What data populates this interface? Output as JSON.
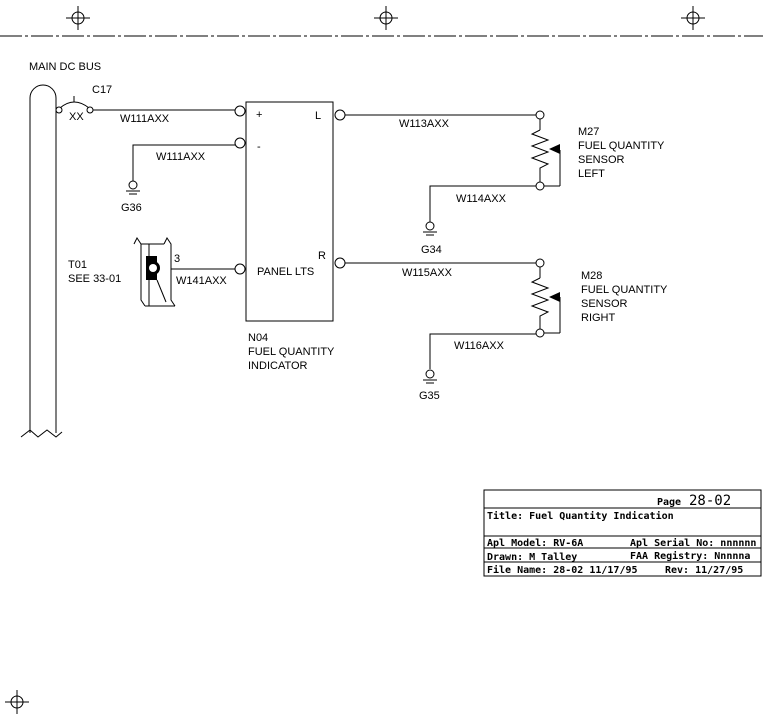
{
  "bus": {
    "label": "MAIN DC BUS"
  },
  "breaker": {
    "ref": "C17",
    "rating": "XX"
  },
  "wires": {
    "bus_to_plus": "W111AXX",
    "minus_to_ground": "W111AXX",
    "l_to_m27": "W113AXX",
    "m27_to_ground": "W114AXX",
    "r_to_m28": "W115AXX",
    "m28_to_ground": "W116AXX",
    "t01_to_panel": "W141AXX"
  },
  "grounds": {
    "g36": "G36",
    "g34": "G34",
    "g35": "G35"
  },
  "indicator": {
    "plus": "+",
    "minus": "-",
    "left": "L",
    "right": "R",
    "panel_lts": "PANEL LTS",
    "ref": "N04",
    "name_line1": "FUEL QUANTITY",
    "name_line2": "INDICATOR"
  },
  "dimmer": {
    "ref": "T01",
    "see": "SEE 33-01",
    "pin": "3"
  },
  "sensor_left": {
    "ref": "M27",
    "line1": "FUEL QUANTITY",
    "line2": "SENSOR",
    "line3": "LEFT"
  },
  "sensor_right": {
    "ref": "M28",
    "line1": "FUEL QUANTITY",
    "line2": "SENSOR",
    "line3": "RIGHT"
  },
  "title_block": {
    "page_label": "Page",
    "page_value": "28-02",
    "title": "Title: Fuel Quantity Indication",
    "model": "Apl Model: RV-6A",
    "serial": "Apl Serial No: nnnnnn",
    "drawn": "Drawn: M Talley",
    "registry": "FAA Registry: Nnnnna",
    "file": "File Name: 28-02 11/17/95",
    "rev": "Rev: 11/27/95"
  }
}
